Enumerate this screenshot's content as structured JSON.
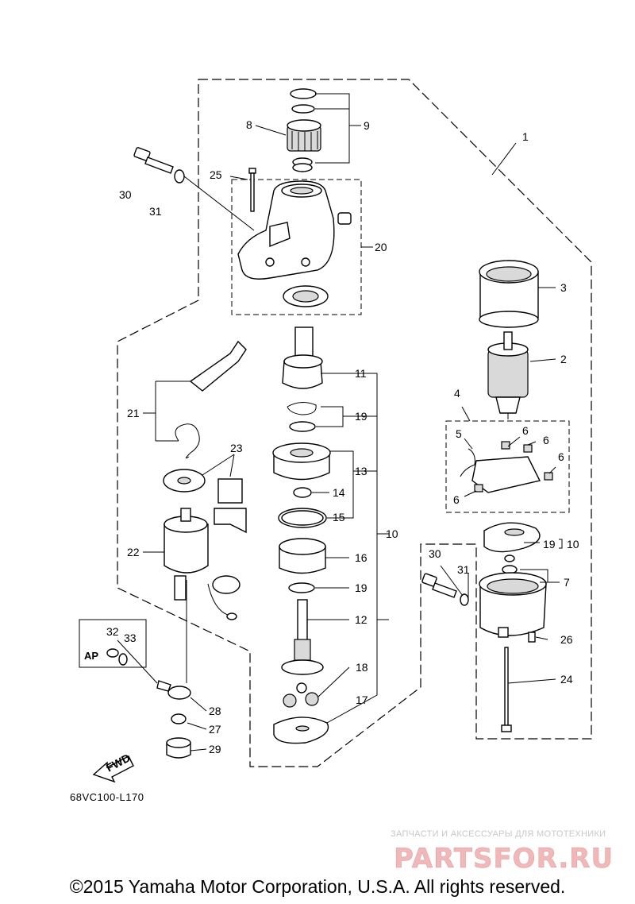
{
  "callouts": {
    "c1": "1",
    "c2": "2",
    "c3": "3",
    "c4": "4",
    "c5": "5",
    "c6a": "6",
    "c6b": "6",
    "c6c": "6",
    "c6d": "6",
    "c7": "7",
    "c8": "8",
    "c9": "9",
    "c10": "10",
    "c11": "11",
    "c12": "12",
    "c13": "13",
    "c14": "14",
    "c15": "15",
    "c16": "16",
    "c17": "17",
    "c18": "18",
    "c19a": "19",
    "c19b": "19",
    "c19c": "19",
    "c1910": "10",
    "c20": "20",
    "c21": "21",
    "c22": "22",
    "c23": "23",
    "c24": "24",
    "c25": "25",
    "c26": "26",
    "c27": "27",
    "c28": "28",
    "c29": "29",
    "c30a": "30",
    "c30b": "30",
    "c31a": "31",
    "c31b": "31",
    "c32": "32",
    "c33": "33"
  },
  "ap_label": "AP",
  "fwd_label": "FWD",
  "ref_code": "68VC100-L170",
  "watermark_text": "ЗАПЧАСТИ И АКСЕССУАРЫ ДЛЯ МОТОТЕХНИКИ",
  "watermark_logo": "PARTSFOR.RU",
  "copyright": "©2015 Yamaha Motor Corporation, U.S.A. All rights reserved.",
  "colors": {
    "ink": "#000000",
    "watermark": "#c8c8c8",
    "watermark_logo": "#f0b8b8"
  }
}
